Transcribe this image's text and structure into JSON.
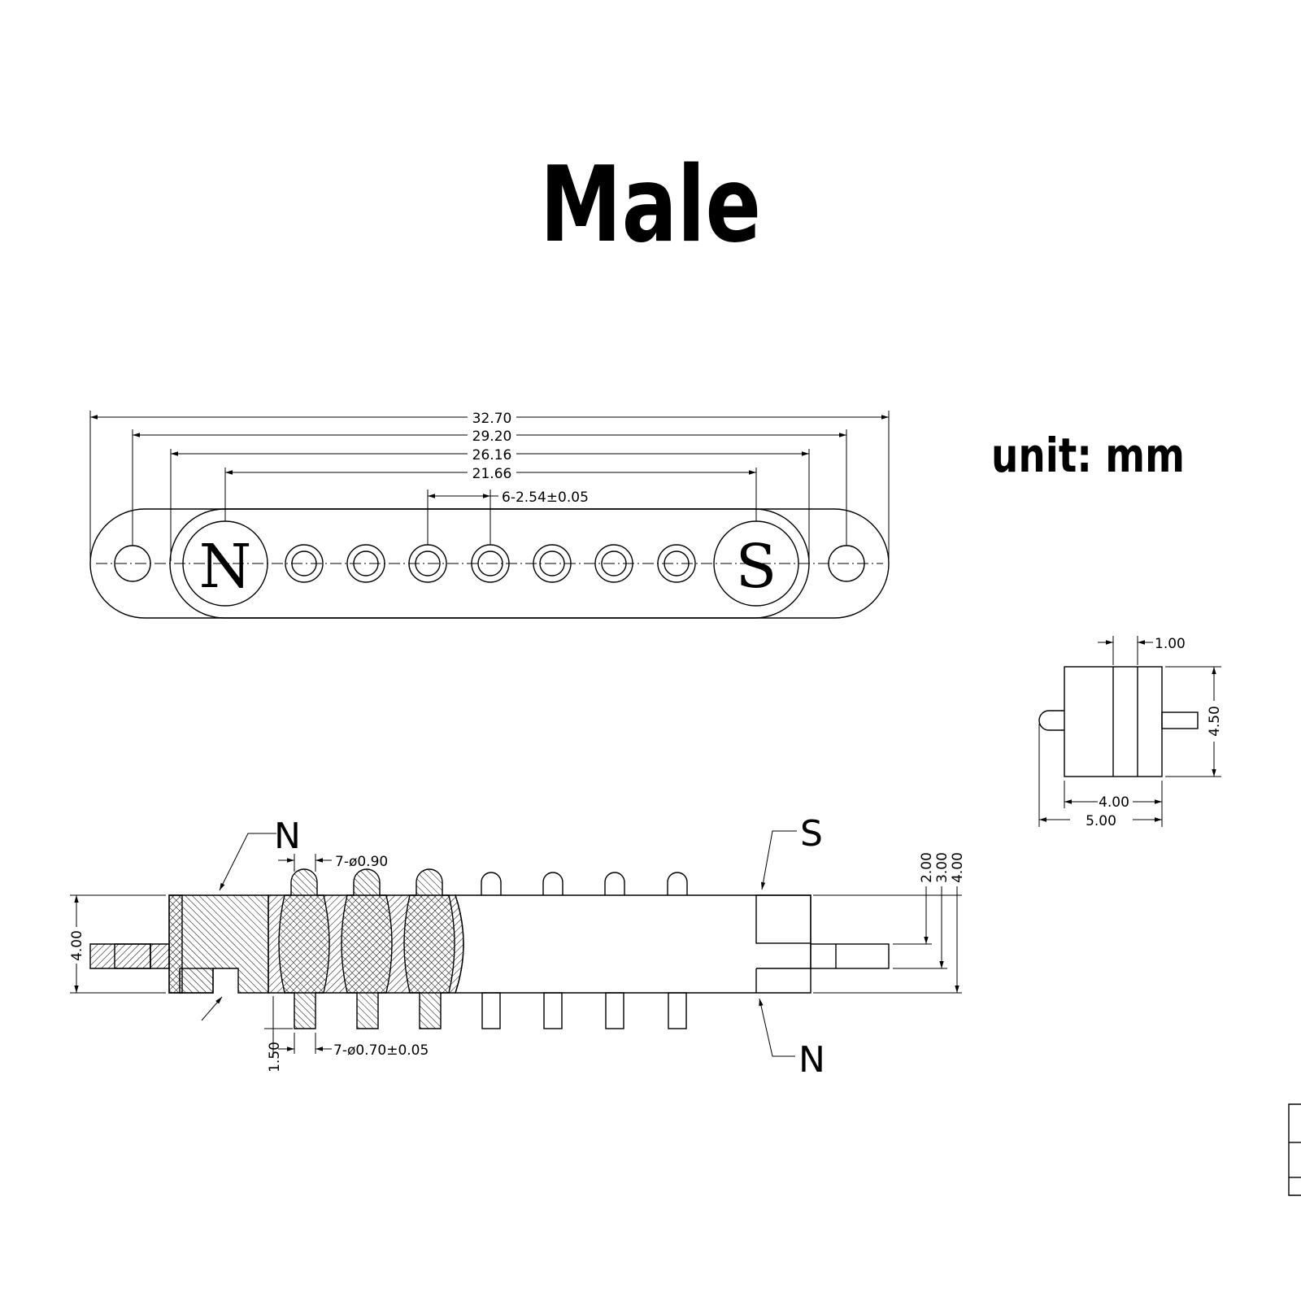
{
  "title": "Male",
  "unit_label": "unit: mm",
  "top_view": {
    "dims": {
      "overall": "32.70",
      "ear_holes": "29.20",
      "body": "26.16",
      "magnets": "21.66",
      "pitch": "6-2.54±0.05"
    },
    "pole_north": "N",
    "pole_south": "S"
  },
  "front_view": {
    "callout_north_top": "N",
    "callout_south_top": "S",
    "callout_north_bottom": "N",
    "pin_head_dia": "7-ø0.90",
    "pin_tail_dia": "7-ø0.70±0.05",
    "tail_len": "1.50",
    "height_left": "4.00",
    "height_2": "2.00",
    "height_3": "3.00",
    "height_4": "4.00"
  },
  "side_view": {
    "top_width": "1.00",
    "height": "4.50",
    "body_width": "4.00",
    "total_width": "5.00"
  }
}
